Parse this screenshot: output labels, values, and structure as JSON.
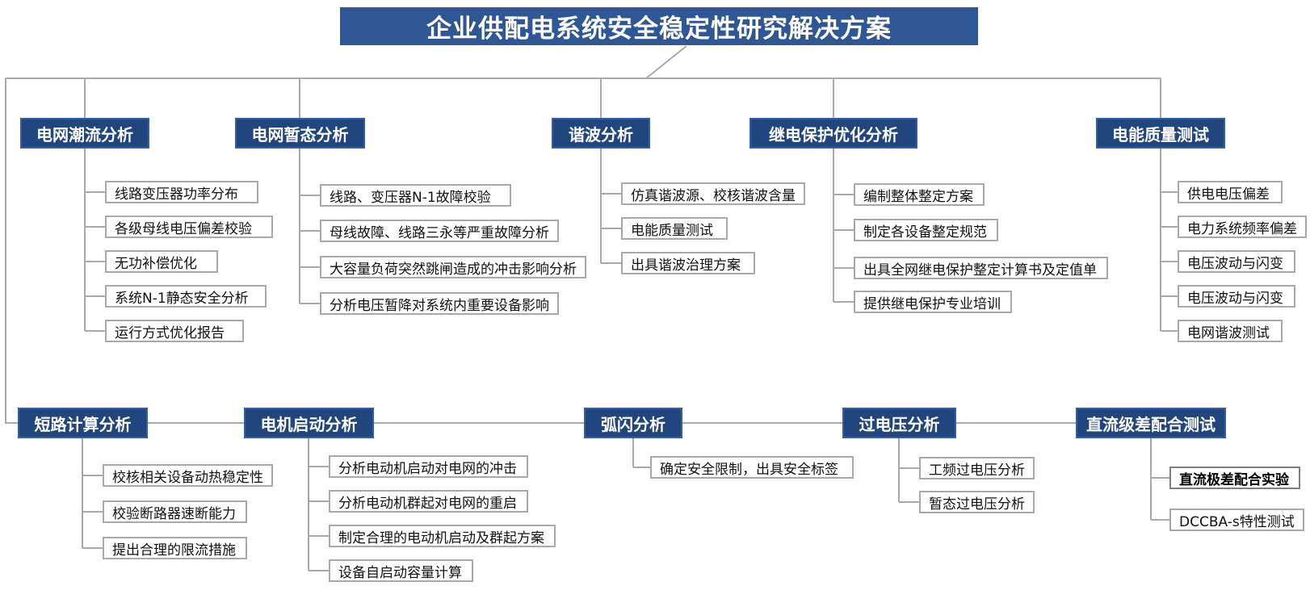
{
  "title": "企业供配电系统安全稳定性研究解决方案",
  "colors": {
    "title_background": "#2f5795",
    "header_background": "#21457d",
    "header_border": "#3060a8",
    "item_border": "#a9a9a9",
    "emphasis_item_border": "#7f7f7f",
    "connector": "#a9a9a9",
    "text_on_blue": "#ffffff",
    "item_text": "#111111"
  },
  "rows": [
    {
      "groups": [
        {
          "title": "电网潮流分析",
          "items": [
            "线路变压器功率分布",
            "各级母线电压偏差校验",
            "无功补偿优化",
            "系统N-1静态安全分析",
            "运行方式优化报告"
          ]
        },
        {
          "title": "电网暂态分析",
          "items": [
            "线路、变压器N-1故障校验",
            "母线故障、线路三永等严重故障分析",
            "大容量负荷突然跳闸造成的冲击影响分析",
            "分析电压暂降对系统内重要设备影响"
          ]
        },
        {
          "title": "谐波分析",
          "items": [
            "仿真谐波源、校核谐波含量",
            "电能质量测试",
            "出具谐波治理方案"
          ]
        },
        {
          "title": "继电保护优化分析",
          "items": [
            "编制整体整定方案",
            "制定各设备整定规范",
            "出具全网继电保护整定计算书及定值单",
            "提供继电保护专业培训"
          ]
        },
        {
          "title": "电能质量测试",
          "items": [
            "供电电压偏差",
            "电力系统频率偏差",
            "电压波动与闪变",
            "电压波动与闪变",
            "电网谐波测试"
          ]
        }
      ]
    },
    {
      "groups": [
        {
          "title": "短路计算分析",
          "items": [
            "校核相关设备动热稳定性",
            "校验断路器速断能力",
            "提出合理的限流措施"
          ]
        },
        {
          "title": "电机启动分析",
          "items": [
            "分析电动机启动对电网的冲击",
            "分析电动机群起对电网的重启",
            "制定合理的电动机启动及群起方案",
            "设备自启动容量计算"
          ]
        },
        {
          "title": "弧闪分析",
          "items": [
            "确定安全限制，出具安全标签"
          ]
        },
        {
          "title": "过电压分析",
          "items": [
            "工频过电压分析",
            "暂态过电压分析"
          ]
        },
        {
          "title": "直流级差配合测试",
          "items": [
            "直流极差配合实验",
            "DCCBA-s特性测试"
          ]
        }
      ]
    }
  ]
}
